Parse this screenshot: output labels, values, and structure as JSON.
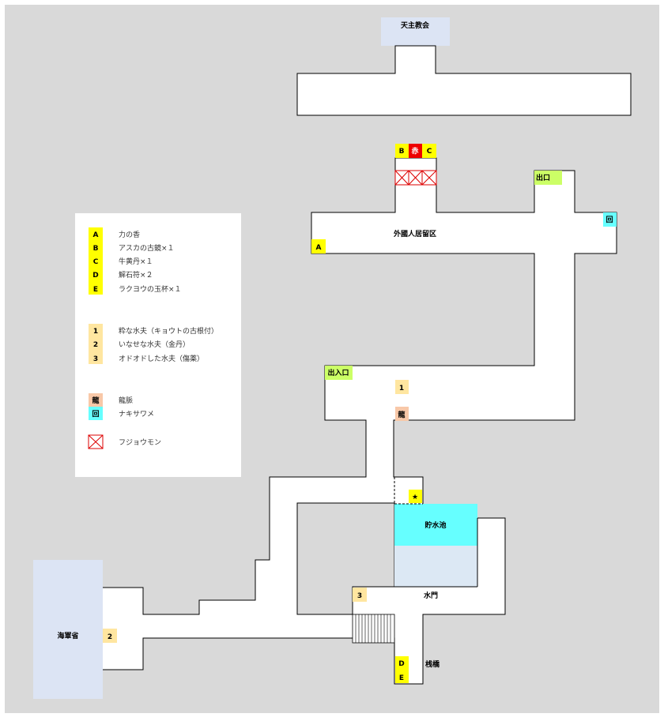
{
  "places": {
    "church": "天主教会",
    "settlement": "外國人居留区",
    "exit": "出口",
    "entrance": "出入口",
    "reservoir": "貯水池",
    "water_gate": "水門",
    "pier": "桟橋",
    "navy": "海軍省"
  },
  "markers": {
    "A": "A",
    "B": "B",
    "C": "C",
    "D": "D",
    "E": "E",
    "red": "赤",
    "kai": "回",
    "ryu": "龍",
    "n1": "1",
    "n2": "2",
    "n3": "3",
    "star": "★"
  },
  "legend": {
    "items": [
      {
        "key": "A",
        "text": "力の香"
      },
      {
        "key": "B",
        "text": "アスカの古鏡×１"
      },
      {
        "key": "C",
        "text": "牛黄丹×１"
      },
      {
        "key": "D",
        "text": "解石符×２"
      },
      {
        "key": "E",
        "text": "ラクヨウの玉杯×１"
      }
    ],
    "npcs": [
      {
        "key": "1",
        "text": "粋な水夫（キョウトの古根付）"
      },
      {
        "key": "2",
        "text": "いなせな水夫（金丹）"
      },
      {
        "key": "3",
        "text": "オドオドした水夫（傷薬）"
      }
    ],
    "misc": [
      {
        "key": "龍",
        "text": "龍脈"
      },
      {
        "key": "回",
        "text": "ナキサワメ"
      },
      {
        "key": "",
        "text": "フジョウモン"
      }
    ]
  },
  "colors": {
    "item_yellow": "#ffff00",
    "npc_tan": "#ffe6a0",
    "ryu_salmon": "#f8c8a8",
    "kai_cyan": "#66ffff",
    "exit_green": "#ccff66",
    "red_marker": "#ee0000",
    "reservoir": "#66ffff",
    "deep_water": "#dce8f4",
    "building_blue": "#dce4f4",
    "background": "#d9d9d9"
  }
}
